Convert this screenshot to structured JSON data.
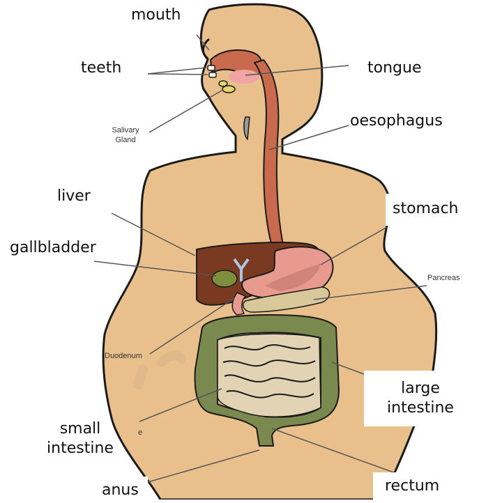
{
  "labels": {
    "mouth": "mouth",
    "teeth": "teeth",
    "tongue": "tongue",
    "salivary_gland": "Salivary\nGland",
    "oesophagus": "oesophagus",
    "liver": "liver",
    "stomach": "stomach",
    "gallbladder": "gallbladder",
    "pancreas": "Pancreas",
    "duodenum": "Duodenum",
    "large_intestine": "large\nintestine",
    "small_intestine": "small\nintestine",
    "anus": "anus",
    "rectum": "rectum",
    "stray_e": "e"
  },
  "colors": {
    "skin": "#e9c08c",
    "skin_outline": "#1a1a1a",
    "oesophagus": "#c96a4f",
    "stomach": "#e89a8e",
    "liver": "#7a3a22",
    "gallbladder": "#7d8f3a",
    "pancreas": "#d8c89a",
    "large_intestine": "#7a8a4e",
    "small_intestine": "#e2d3b4",
    "tongue": "#f2a3a3",
    "leader_line": "#555555"
  }
}
